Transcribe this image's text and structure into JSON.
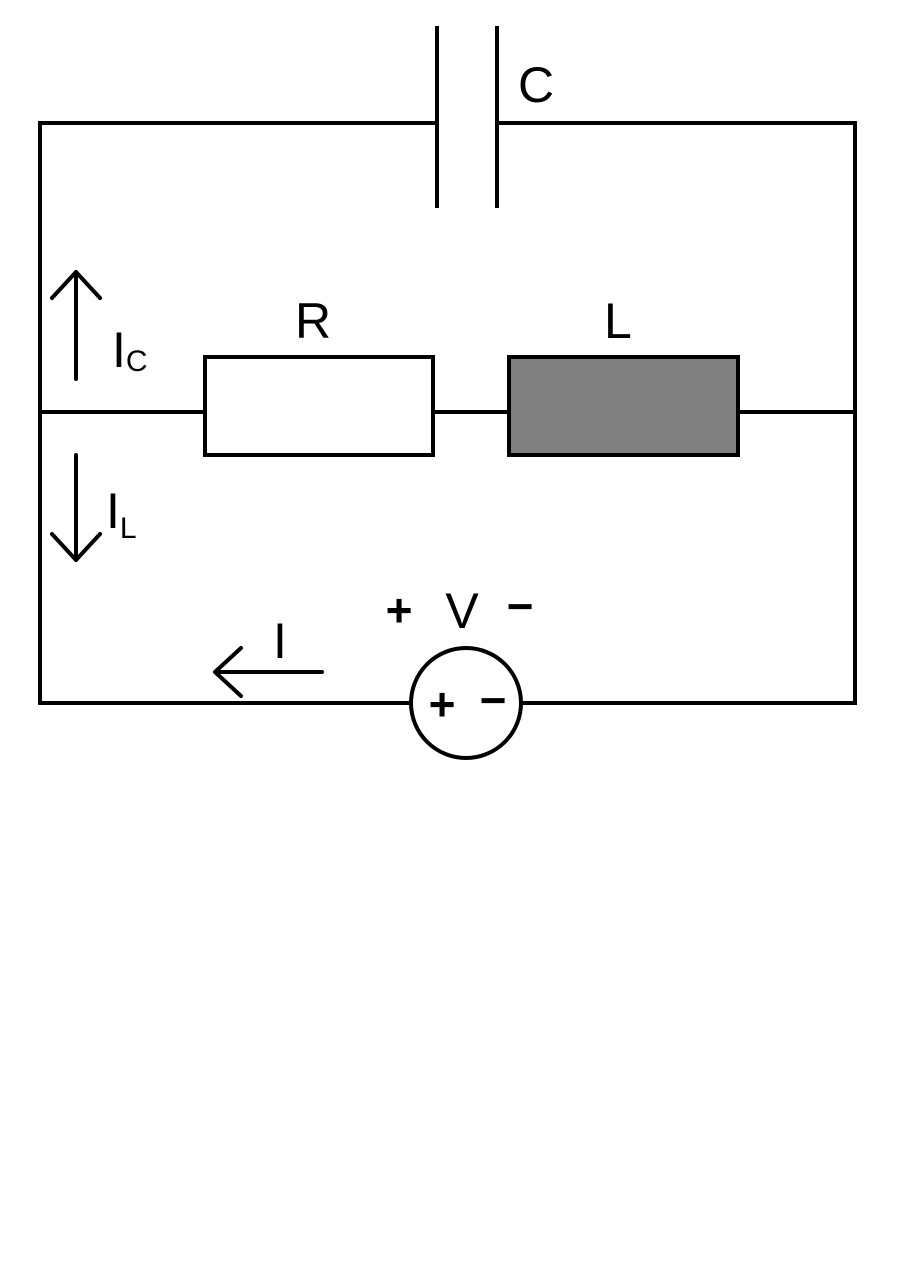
{
  "components": {
    "capacitor": {
      "label": "C"
    },
    "resistor": {
      "label": "R"
    },
    "inductor": {
      "label": "L"
    },
    "source": {
      "label": "V",
      "plus": "+",
      "minus": "−",
      "inner_plus": "+",
      "inner_minus": "−"
    }
  },
  "currents": {
    "capacitor_branch": {
      "main": "I",
      "sub": "C"
    },
    "inductor_branch": {
      "main": "I",
      "sub": "L"
    },
    "total": {
      "main": "I"
    }
  },
  "colors": {
    "line": "#000000",
    "resistor_fill": "#ffffff",
    "inductor_fill": "#808080",
    "background": "#ffffff"
  }
}
